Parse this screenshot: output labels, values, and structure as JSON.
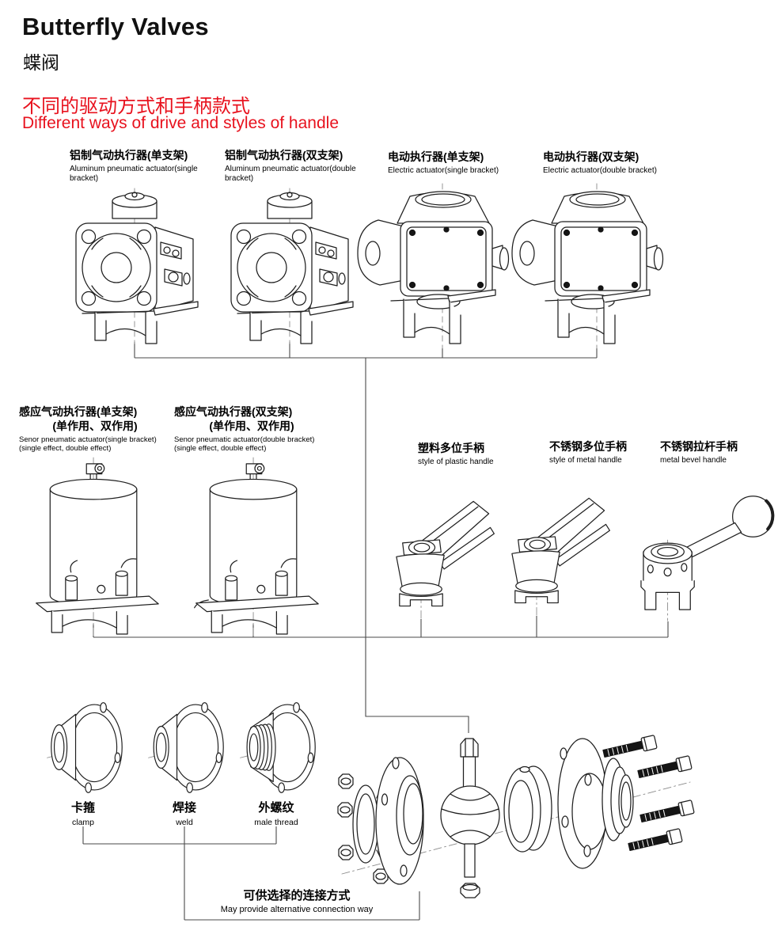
{
  "page": {
    "title": "Butterfly Valves",
    "title_cn": "蝶阀",
    "subtitle_cn": "不同的驱动方式和手柄款式",
    "subtitle_en": "Different ways of drive and styles of handle",
    "accent_color": "#e8121e"
  },
  "actuators": [
    {
      "cn": "铝制气动执行器(单支架)",
      "en": "Aluminum pneumatic actuator(single bracket)"
    },
    {
      "cn": "铝制气动执行器(双支架)",
      "en": "Aluminum pneumatic actuator(double bracket)"
    },
    {
      "cn": "电动执行器(单支架)",
      "en": "Electric actuator(single bracket)"
    },
    {
      "cn": "电动执行器(双支架)",
      "en": "Electric actuator(double bracket)"
    }
  ],
  "sensor_actuators": [
    {
      "cn": "感应气动执行器(单支架)",
      "cn2": "(单作用、双作用)",
      "en": "Senor pneumatic actuator(single bracket)",
      "en2": "(single effect, double effect)"
    },
    {
      "cn": "感应气动执行器(双支架)",
      "cn2": "(单作用、双作用)",
      "en": "Senor pneumatic actuator(double bracket)",
      "en2": "(single effect, double effect)"
    }
  ],
  "handles": [
    {
      "cn": "塑料多位手柄",
      "en": "style of plastic handle"
    },
    {
      "cn": "不锈钢多位手柄",
      "en": "style of metal handle"
    },
    {
      "cn": "不锈钢拉杆手柄",
      "en": "metal bevel handle"
    }
  ],
  "connections": [
    {
      "cn": "卡箍",
      "en": "clamp"
    },
    {
      "cn": "焊接",
      "en": "weld"
    },
    {
      "cn": "外螺纹",
      "en": "male thread"
    }
  ],
  "footer_note": {
    "cn": "可供选择的连接方式",
    "en": "May provide alternative connection way"
  }
}
